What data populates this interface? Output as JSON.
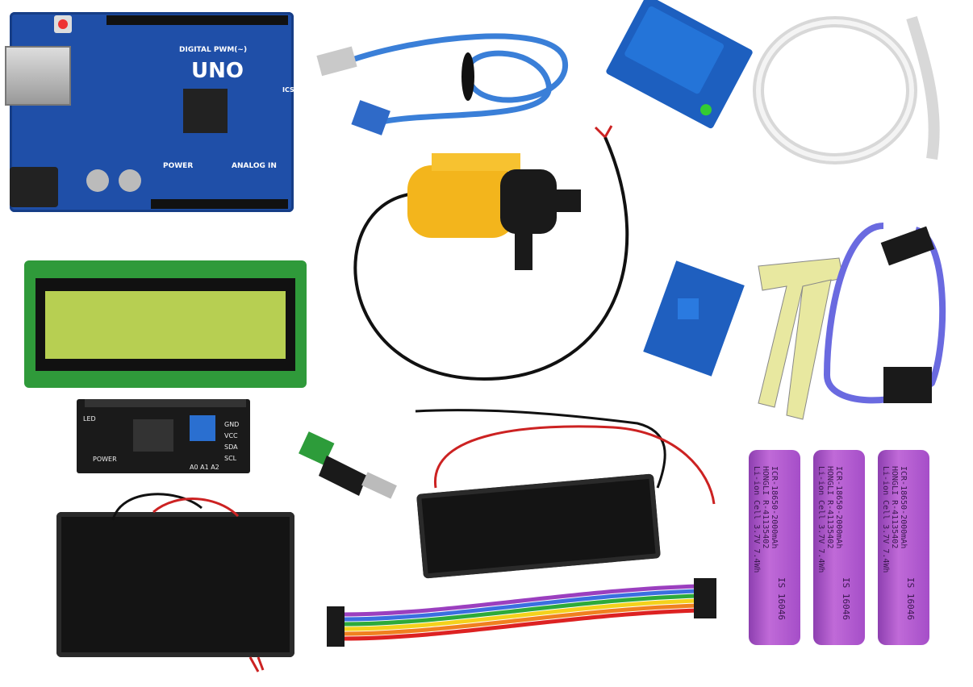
{
  "arduino": {
    "model": "UNO",
    "digital_label": "DIGITAL PWM(~)",
    "power_label": "POWER",
    "analog_label": "ANALOG IN",
    "icsp_label": "ICSP",
    "board_color": "#1f4fa8"
  },
  "i2c_module": {
    "pins": [
      "GND",
      "VCC",
      "SDA",
      "SCL"
    ],
    "led_label": "LED",
    "power_label": "POWER",
    "address_label": "A0 A1 A2"
  },
  "batteries": [
    {
      "line1": "ICR-18650-2000mAh",
      "line2": "HONGLI R-41135402",
      "line3": "Li-ion Cell 3.7V 7.4Wh",
      "standard": "IS 16046",
      "plus": "+",
      "minus": "-"
    },
    {
      "line1": "ICR-18650-2000mAh",
      "line2": "HONGLI R-41135402",
      "line3": "Li-ion Cell 3.7V 7.4Wh",
      "standard": "IS 16046",
      "plus": "+",
      "minus": "-"
    },
    {
      "line1": "ICR-18650-2000mAh",
      "line2": "HONGLI R-41135402",
      "line3": "Li-ion Cell 3.7V 7.4Wh",
      "standard": "IS 16046",
      "plus": "+",
      "minus": "-"
    }
  ],
  "battery_color": "#b05ad0"
}
